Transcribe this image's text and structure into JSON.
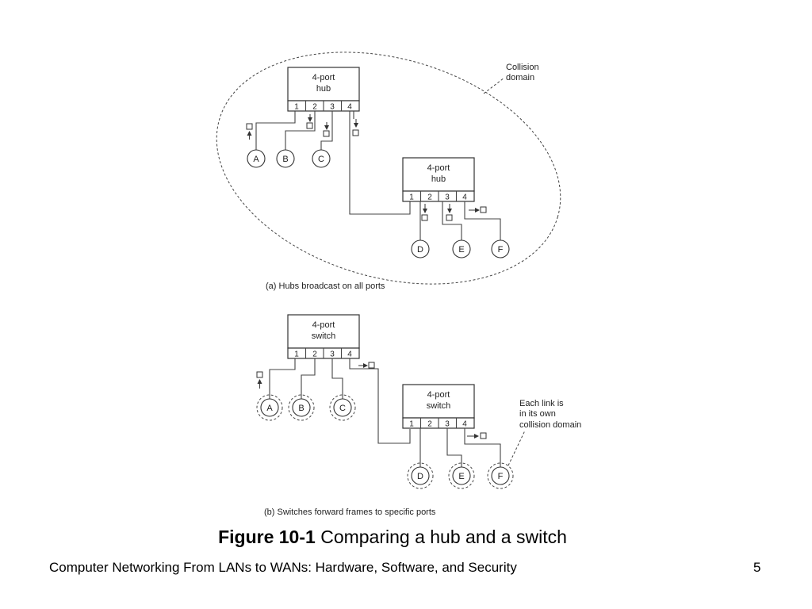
{
  "part_a": {
    "hub_top": {
      "line1": "4-port",
      "line2": "hub",
      "ports": [
        "1",
        "2",
        "3",
        "4"
      ]
    },
    "hub_bottom": {
      "line1": "4-port",
      "line2": "hub",
      "ports": [
        "1",
        "2",
        "3",
        "4"
      ]
    },
    "nodes": [
      "A",
      "B",
      "C",
      "D",
      "E",
      "F"
    ],
    "domain_label": {
      "line1": "Collision",
      "line2": "domain"
    },
    "caption": "(a) Hubs broadcast on all ports"
  },
  "part_b": {
    "switch_top": {
      "line1": "4-port",
      "line2": "switch",
      "ports": [
        "1",
        "2",
        "3",
        "4"
      ]
    },
    "switch_bottom": {
      "line1": "4-port",
      "line2": "switch",
      "ports": [
        "1",
        "2",
        "3",
        "4"
      ]
    },
    "nodes": [
      "A",
      "B",
      "C",
      "D",
      "E",
      "F"
    ],
    "note": {
      "line1": "Each link is",
      "line2": "in its own",
      "line3": "collision domain"
    },
    "caption": "(b) Switches forward frames to specific ports"
  },
  "figure": {
    "label": "Figure 10-1",
    "title": "Comparing a hub and a switch"
  },
  "footer": {
    "text": "Computer Networking From LANs to WANs: Hardware, Software, and Security",
    "page": "5"
  }
}
